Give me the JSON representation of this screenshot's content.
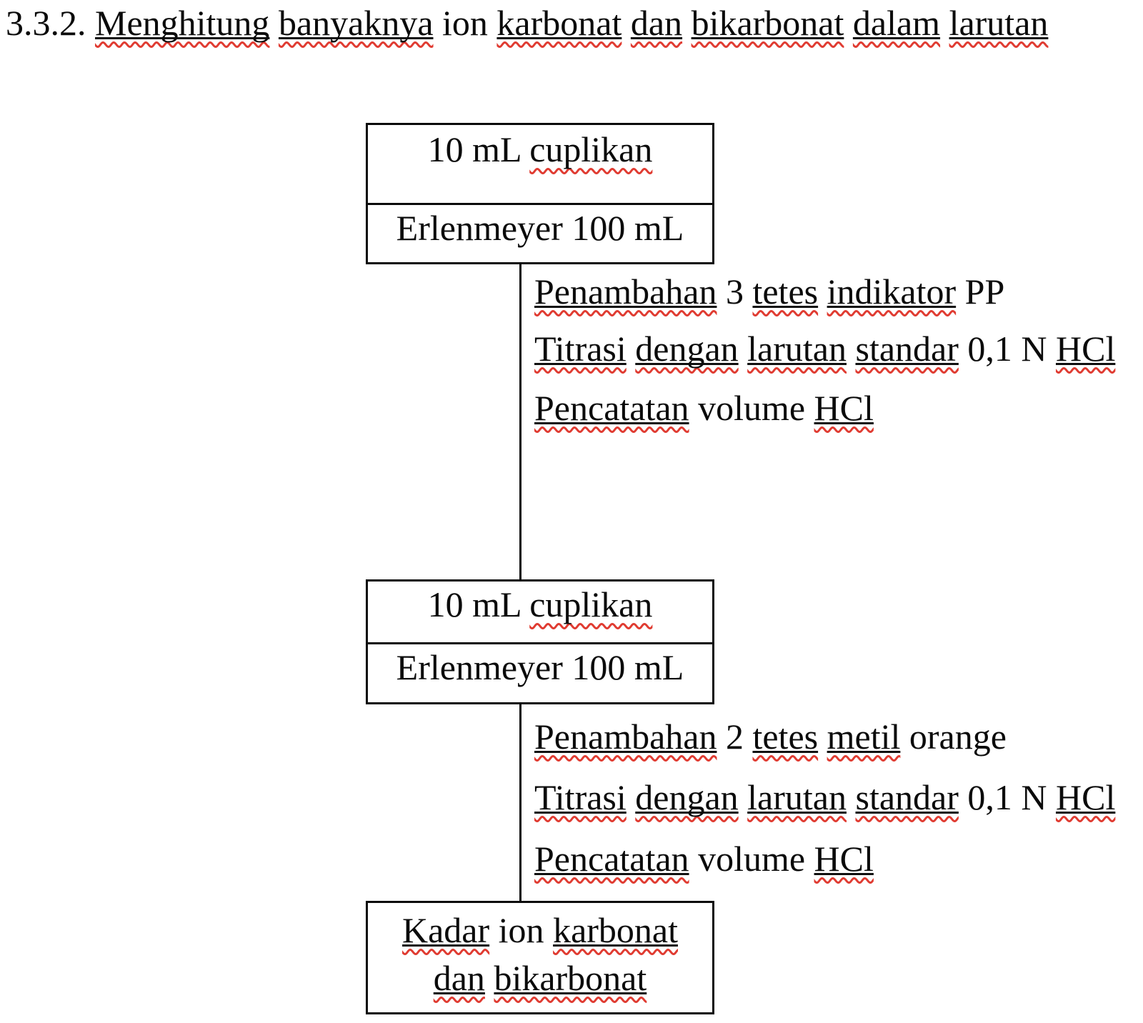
{
  "colors": {
    "ink": "#0b0b0b",
    "squiggle_red": "#e03c32",
    "background": "#ffffff"
  },
  "heading": {
    "w": [
      "3.3.2.",
      "Menghitung",
      "banyaknya",
      "ion",
      "karbonat",
      "dan",
      "bikarbonat",
      "dalam",
      "larutan"
    ]
  },
  "box1": {
    "l1": [
      "10 mL",
      "cuplikan"
    ],
    "l2": "Erlenmeyer 100 mL"
  },
  "steps_a": {
    "l1": [
      "Penambahan",
      "3",
      "tetes",
      "indikator",
      "PP"
    ],
    "l2": [
      "Titrasi",
      "dengan",
      "larutan",
      "standar",
      "0,1 N",
      "HCl"
    ],
    "l3": [
      "Pencatatan",
      "volume",
      "HCl"
    ]
  },
  "box2": {
    "l1": [
      "10 mL",
      "cuplikan"
    ],
    "l2": "Erlenmeyer 100 mL"
  },
  "steps_b": {
    "l1": [
      "Penambahan",
      "2",
      "tetes",
      "metil",
      "orange"
    ],
    "l2": [
      "Titrasi",
      "dengan",
      "larutan",
      "standar",
      "0,1 N",
      "HCl"
    ],
    "l3": [
      "Pencatatan",
      "volume",
      "HCl"
    ]
  },
  "box3": {
    "l1": [
      "Kadar",
      "ion",
      "karbonat"
    ],
    "l2": [
      "dan",
      "bikarbonat"
    ]
  }
}
